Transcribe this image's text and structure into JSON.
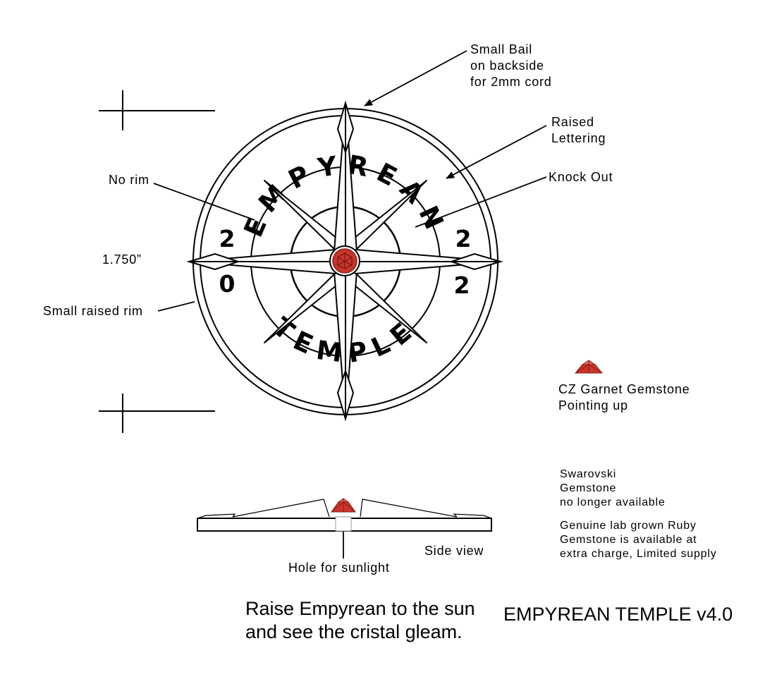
{
  "medallion": {
    "top_text": "EMPYREAN",
    "bottom_text": "TEMPLE",
    "year_left": [
      "2",
      "0"
    ],
    "year_right": [
      "2",
      "2"
    ]
  },
  "callouts": {
    "bail": [
      "Small Bail",
      "on backside",
      "for 2mm cord"
    ],
    "raised": [
      "Raised",
      "Lettering"
    ],
    "knock_out": "Knock Out",
    "no_rim": "No rim",
    "diameter": "1.750”",
    "small_rim": "Small raised rim",
    "gem_legend": [
      "CZ Garnet Gemstone",
      "Pointing up"
    ],
    "swarovski": [
      "Swarovski",
      "Gemstone",
      "no longer available"
    ],
    "ruby": [
      "Genuine lab grown Ruby",
      "Gemstone is available at",
      "extra charge, Limited supply"
    ],
    "side_view": "Side view",
    "hole": "Hole for sunlight"
  },
  "tagline": [
    "Raise Empyrean to the sun",
    "and see the cristal gleam."
  ],
  "version_title": "EMPYREAN TEMPLE v4.0",
  "colors": {
    "gem": "#c9352b",
    "gem_dark": "#8e1d16",
    "line": "#000000"
  }
}
